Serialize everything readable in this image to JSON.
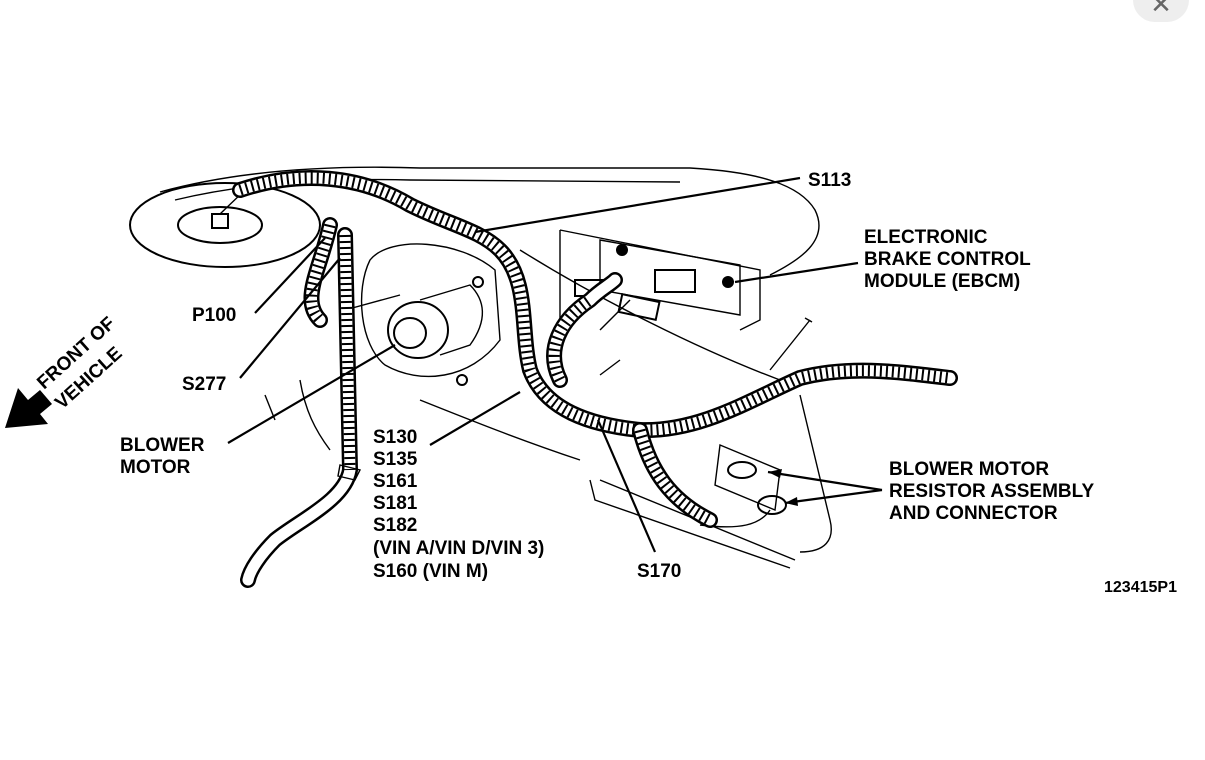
{
  "labels": {
    "s113": "S113",
    "ebcm_1": "ELECTRONIC",
    "ebcm_2": "BRAKE CONTROL",
    "ebcm_3": "MODULE (EBCM)",
    "p100": "P100",
    "front_1": "FRONT OF",
    "front_2": "VEHICLE",
    "s277": "S277",
    "blower_1": "BLOWER",
    "blower_2": "MOTOR",
    "splices": [
      "S130",
      "S135",
      "S161",
      "S181",
      "S182",
      "(VIN A/VIN D/VIN 3)",
      "S160 (VIN M)"
    ],
    "s170": "S170",
    "resistor_1": "BLOWER MOTOR",
    "resistor_2": "RESISTOR ASSEMBLY",
    "resistor_3": "AND CONNECTOR",
    "figure_id": "123415P1"
  },
  "close_icon": "close-icon"
}
